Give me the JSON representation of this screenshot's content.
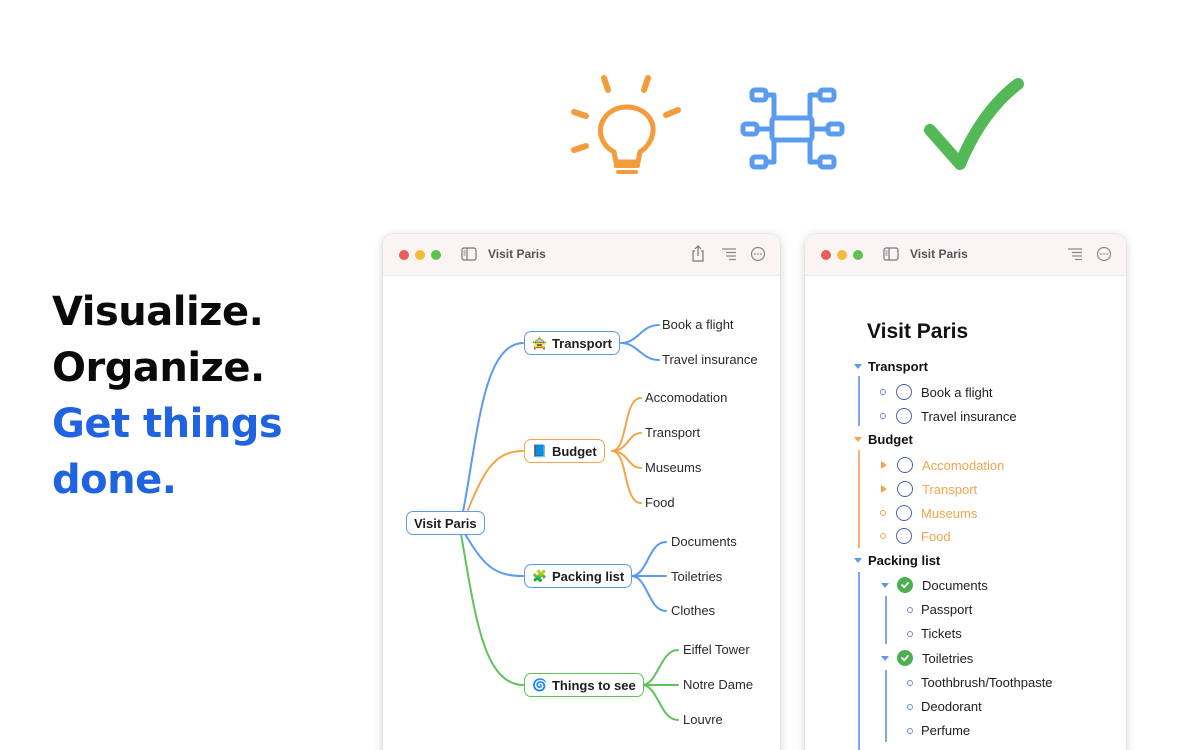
{
  "hero": {
    "line1": "Visualize.",
    "line2": "Organize.",
    "line3": "Get things",
    "line4": "done."
  },
  "top_icons": [
    "lightbulb-icon",
    "mind-map-icon",
    "checkmark-icon"
  ],
  "colors": {
    "accent_blue": "#1f63e0",
    "branch_blue": "#5b9bef",
    "branch_orange": "#f4a54a",
    "branch_green": "#5fc35a",
    "check_green": "#4caf50"
  },
  "mindmap_window": {
    "title": "Visit Paris",
    "toolbar": [
      "share-icon",
      "outline-icon",
      "more-icon"
    ],
    "root": "Visit Paris",
    "branches": [
      {
        "label": "Transport",
        "emoji": "🚖",
        "color": "#5b9bef",
        "children": [
          "Book a flight",
          "Travel insurance"
        ]
      },
      {
        "label": "Budget",
        "emoji": "📘",
        "color": "#f4a54a",
        "children": [
          "Accomodation",
          "Transport",
          "Museums",
          "Food"
        ]
      },
      {
        "label": "Packing list",
        "emoji": "🧩",
        "color": "#5b9bef",
        "children": [
          "Documents",
          "Toiletries",
          "Clothes"
        ]
      },
      {
        "label": "Things to see",
        "emoji": "🌀",
        "color": "#5fc35a",
        "children": [
          "Eiffel Tower",
          "Notre Dame",
          "Louvre"
        ]
      }
    ]
  },
  "outline_window": {
    "title": "Visit Paris",
    "toolbar": [
      "outline-icon",
      "more-icon"
    ],
    "heading": "Visit Paris",
    "sections": [
      {
        "label": "Transport",
        "items": [
          "Book a flight",
          "Travel insurance"
        ]
      },
      {
        "label": "Budget",
        "items": [
          "Accomodation",
          "Transport",
          "Museums",
          "Food"
        ]
      },
      {
        "label": "Packing list",
        "items": [
          "Documents",
          "Passport",
          "Tickets",
          "Toiletries",
          "Toothbrush/Toothpaste",
          "Deodorant",
          "Perfume"
        ]
      }
    ]
  }
}
